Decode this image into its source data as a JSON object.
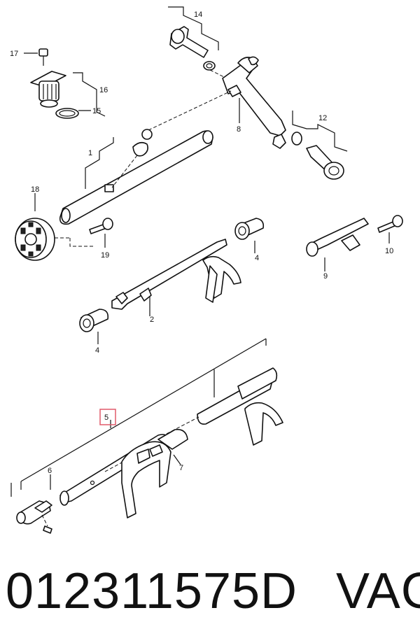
{
  "callouts": {
    "c1": "1",
    "c2": "2",
    "c4a": "4",
    "c4b": "4",
    "c5": "5",
    "c6": "6",
    "c7": "7",
    "c8": "8",
    "c9": "9",
    "c10": "10",
    "c12": "12",
    "c14": "14",
    "c15": "15",
    "c16": "16",
    "c17": "17",
    "c18": "18",
    "c19": "19"
  },
  "highlight_color": "#e05a6a",
  "footer": {
    "part_number": "012311575D",
    "brand": "VAG"
  }
}
